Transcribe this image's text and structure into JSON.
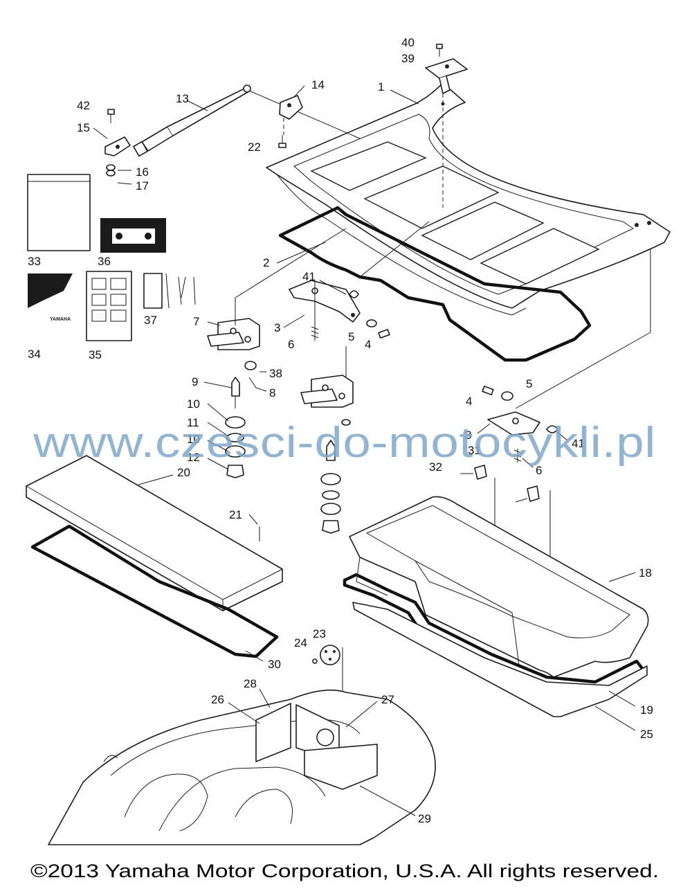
{
  "part_labels": [
    {
      "id": "40",
      "text": "40"
    },
    {
      "id": "39",
      "text": "39"
    },
    {
      "id": "1",
      "text": "1"
    },
    {
      "id": "14",
      "text": "14"
    },
    {
      "id": "13",
      "text": "13"
    },
    {
      "id": "42",
      "text": "42"
    },
    {
      "id": "15",
      "text": "15"
    },
    {
      "id": "22",
      "text": "22"
    },
    {
      "id": "16",
      "text": "16"
    },
    {
      "id": "17",
      "text": "17"
    },
    {
      "id": "33",
      "text": "33"
    },
    {
      "id": "36",
      "text": "36"
    },
    {
      "id": "2",
      "text": "2"
    },
    {
      "id": "41a",
      "text": "41"
    },
    {
      "id": "3a",
      "text": "3"
    },
    {
      "id": "6a",
      "text": "6"
    },
    {
      "id": "5a",
      "text": "5"
    },
    {
      "id": "4a",
      "text": "4"
    },
    {
      "id": "34",
      "text": "34"
    },
    {
      "id": "35",
      "text": "35"
    },
    {
      "id": "37",
      "text": "37"
    },
    {
      "id": "7",
      "text": "7"
    },
    {
      "id": "38",
      "text": "38"
    },
    {
      "id": "9",
      "text": "9"
    },
    {
      "id": "8",
      "text": "8"
    },
    {
      "id": "10a",
      "text": "10"
    },
    {
      "id": "11",
      "text": "11"
    },
    {
      "id": "10b",
      "text": "10"
    },
    {
      "id": "12",
      "text": "12"
    },
    {
      "id": "5b",
      "text": "5"
    },
    {
      "id": "4b",
      "text": "4"
    },
    {
      "id": "3b",
      "text": "3"
    },
    {
      "id": "41b",
      "text": "41"
    },
    {
      "id": "31",
      "text": "31"
    },
    {
      "id": "32",
      "text": "32"
    },
    {
      "id": "6b",
      "text": "6"
    },
    {
      "id": "20",
      "text": "20"
    },
    {
      "id": "21",
      "text": "21"
    },
    {
      "id": "18",
      "text": "18"
    },
    {
      "id": "30",
      "text": "30"
    },
    {
      "id": "24",
      "text": "24"
    },
    {
      "id": "23",
      "text": "23"
    },
    {
      "id": "28",
      "text": "28"
    },
    {
      "id": "26",
      "text": "26"
    },
    {
      "id": "27",
      "text": "27"
    },
    {
      "id": "19",
      "text": "19"
    },
    {
      "id": "25",
      "text": "25"
    },
    {
      "id": "29",
      "text": "29"
    }
  ],
  "watermark": "www.czesci-do-motocykli.pl",
  "copyright": "©2013 Yamaha Motor Corporation, U.S.A. All rights reserved.",
  "manual_cover_text": "YAMAHA"
}
